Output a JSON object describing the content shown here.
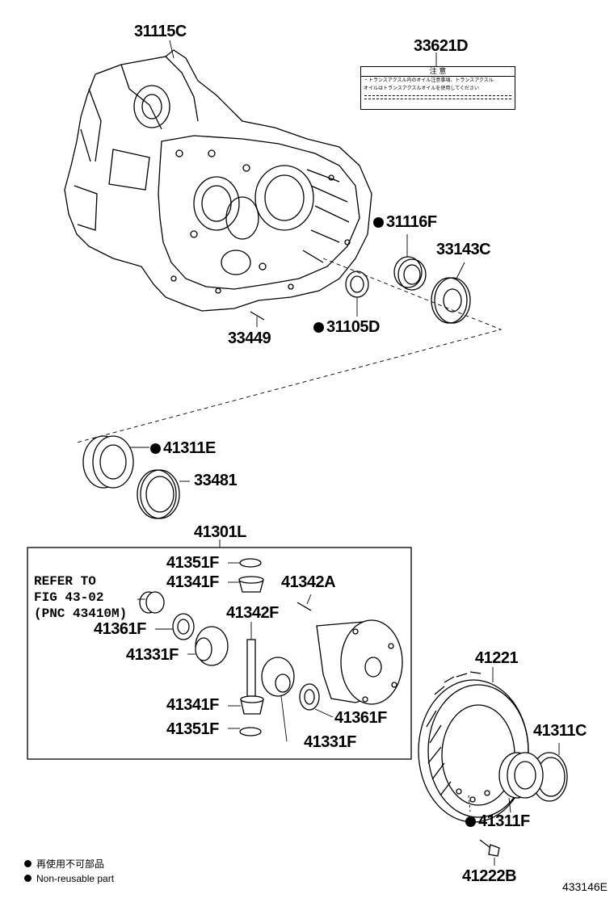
{
  "parts": {
    "p31115C": "31115C",
    "p33621D": "33621D",
    "p31116F": "31116F",
    "p33143C": "33143C",
    "p33449": "33449",
    "p31105D": "31105D",
    "p41311E": "41311E",
    "p33481": "33481",
    "p41301L": "41301L",
    "p41351F_top": "41351F",
    "p41341F_top": "41341F",
    "p41342A": "41342A",
    "p41342F": "41342F",
    "p41361F_left": "41361F",
    "p41331F_left": "41331F",
    "p41341F_bottom": "41341F",
    "p41351F_bottom": "41351F",
    "p41361F_right": "41361F",
    "p41331F_bottom": "41331F",
    "p41221": "41221",
    "p41311C": "41311C",
    "p41311F": "41311F",
    "p41222B": "41222B"
  },
  "refer_note": {
    "line1": "REFER TO",
    "line2": "FIG 43-02",
    "line3": "(PNC 43410M)"
  },
  "caution_label": {
    "title": "注 意",
    "text1": "・トランスアクスル内のオイル注意事項、トランスアクスル",
    "text2": "オイルはトランスアクスルオイルを使用してください"
  },
  "legend": {
    "jp": "再使用不可部品",
    "en": "Non-reusable part"
  },
  "figure_id": "433146E"
}
